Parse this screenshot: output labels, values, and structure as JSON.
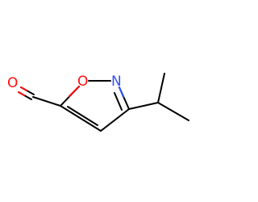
{
  "molecule": {
    "atoms": {
      "carbonyl_oxygen": "O",
      "ring_oxygen": "O",
      "ring_nitrogen": "N"
    },
    "colors": {
      "oxygen": "#ff0d0d",
      "nitrogen": "#3050f8",
      "bond": "#000000"
    }
  }
}
